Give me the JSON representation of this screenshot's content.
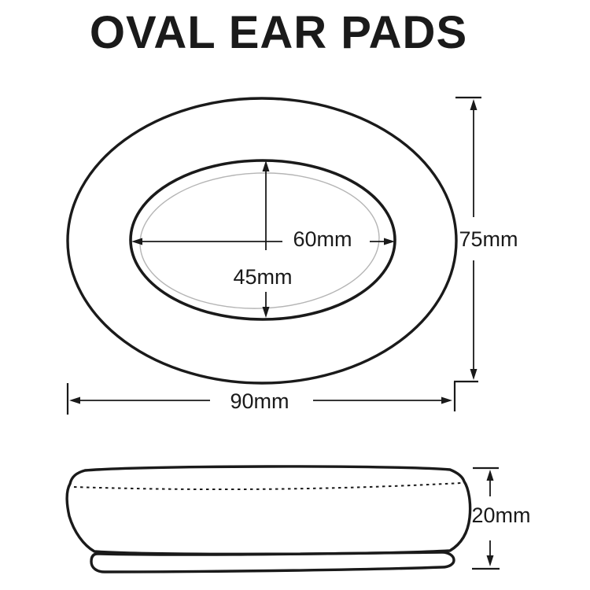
{
  "title": "OVAL EAR PADS",
  "top_view": {
    "inner_width_label": "60mm",
    "inner_height_label": "45mm",
    "outer_height_label": "75mm",
    "outer_width_label": "90mm"
  },
  "side_view": {
    "thickness_label": "20mm"
  },
  "colors": {
    "ink": "#1a1a1a",
    "seam": "#b5b5b5",
    "background": "#ffffff"
  }
}
